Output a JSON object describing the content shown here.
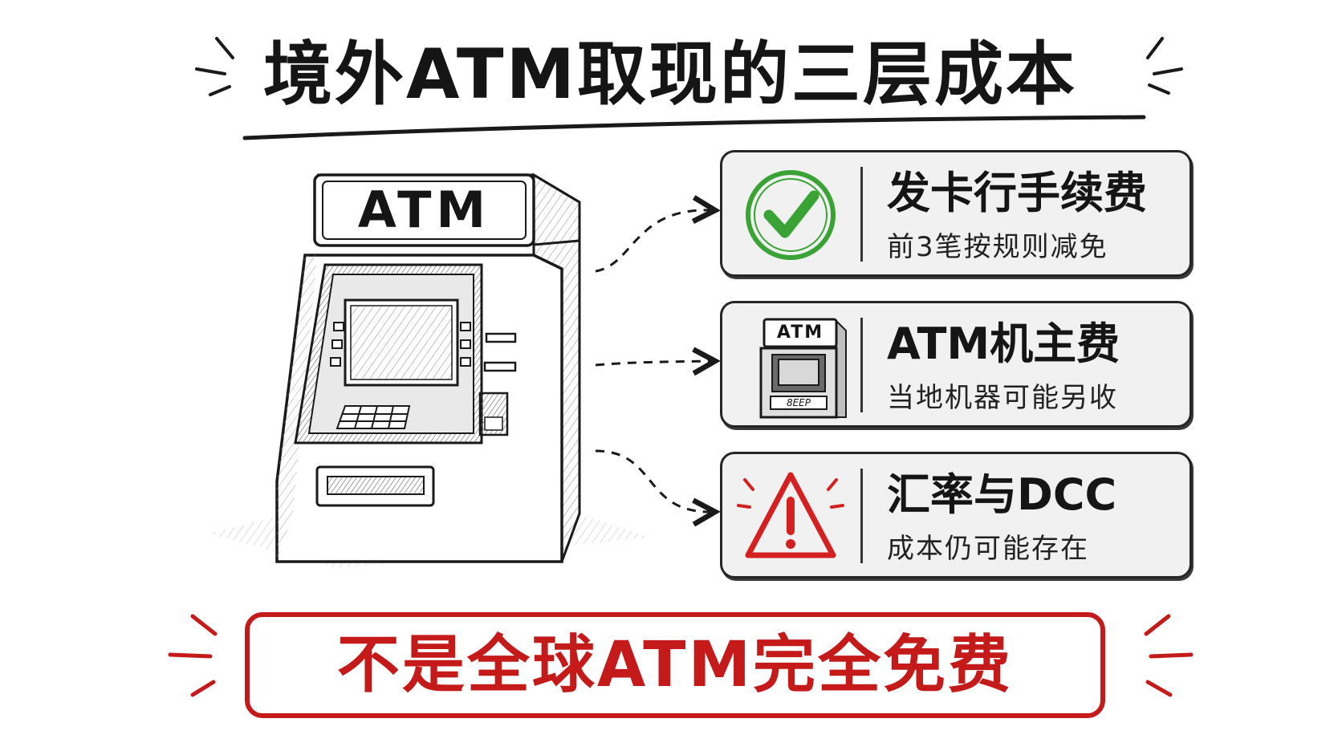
{
  "title": "境外ATM取现的三层成本",
  "atm_machine": {
    "sign_label": "ATM"
  },
  "cards": [
    {
      "heading": "发卡行手续费",
      "subtext": "前3笔按规则减免",
      "icon": "checkmark-circle-icon",
      "icon_color": "#3aa335"
    },
    {
      "heading": "ATM机主费",
      "subtext": "当地机器可能另收",
      "icon": "atm-machine-icon",
      "icon_label": "ATM",
      "icon_keypad_label": "8EEP"
    },
    {
      "heading": "汇率与DCC",
      "subtext": "成本仍可能存在",
      "icon": "warning-triangle-icon",
      "icon_color": "#d42020"
    }
  ],
  "banner": {
    "text": "不是全球ATM完全免费",
    "color": "#c41a1a"
  }
}
